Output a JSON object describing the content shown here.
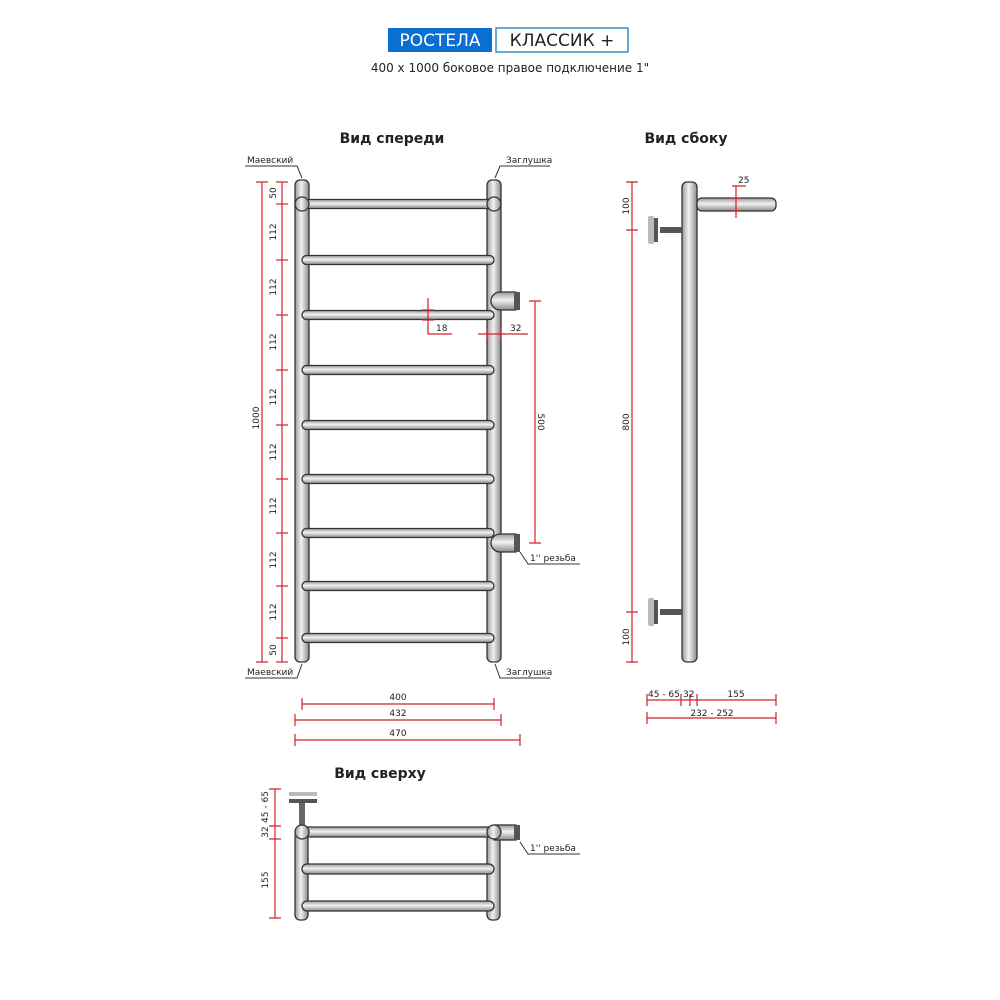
{
  "header": {
    "brand": "РОСТЕЛА",
    "model": "КЛАССИК +",
    "subtitle": "400 x 1000 боковое правое подключение 1\"",
    "brand_color": "#0a6fd0"
  },
  "front_view": {
    "title": "Вид спереди",
    "labels": {
      "valve_top": "Маевский",
      "plug_top": "Заглушка",
      "valve_bottom": "Маевский",
      "plug_bottom": "Заглушка",
      "thread": "1'' резьба"
    },
    "dims": {
      "total_height": "1000",
      "top_offset": "50",
      "step": "112",
      "bottom_offset": "50",
      "bar_diameter": "18",
      "post_diameter": "32",
      "connection_distance": "500",
      "width_400": "400",
      "width_432": "432",
      "width_470": "470"
    }
  },
  "side_view": {
    "title": "Вид сбоку",
    "dims": {
      "arm_diameter": "25",
      "top": "100",
      "middle": "800",
      "bottom": "100",
      "wall": "45 - 65",
      "post": "32",
      "arm": "155",
      "total": "232 - 252"
    }
  },
  "top_view": {
    "title": "Вид сверху",
    "dims": {
      "wall": "45 - 65",
      "post": "32",
      "depth": "155"
    },
    "thread": "1'' резьба"
  }
}
